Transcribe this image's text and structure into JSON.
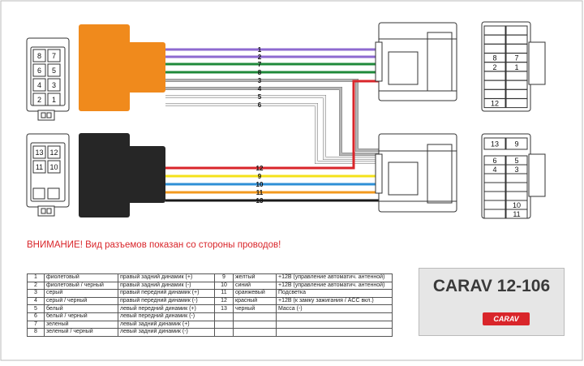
{
  "diagram": {
    "warning": "ВНИМАНИЕ! Вид разъемов показан со стороны проводов!",
    "model": "CARAV 12-106",
    "logo": "CARAV",
    "connector_a_pins": [
      [
        "8",
        "7"
      ],
      [
        "6",
        "5"
      ],
      [
        "4",
        "3"
      ],
      [
        "2",
        "1"
      ]
    ],
    "connector_b_pins": [
      [
        "13",
        "12"
      ],
      [
        "11",
        "10"
      ]
    ],
    "car_connector_top_pins": [
      "8",
      "7",
      "2",
      "1",
      "12"
    ],
    "car_connector_bottom_pins": [
      "13",
      "9",
      "6",
      "5",
      "4",
      "3",
      "10",
      "11"
    ],
    "wire_labels_top": [
      "1",
      "2",
      "7",
      "8",
      "3",
      "4",
      "5",
      "6"
    ],
    "wire_labels_bottom": [
      "12",
      "9",
      "10",
      "11",
      "13"
    ],
    "wire_colors": {
      "1": "#8e6ad0",
      "2": "#8e6ad0",
      "7": "#1f8a3a",
      "8": "#1f8a3a",
      "3": "#b5b5b5",
      "4": "#b5b5b5",
      "5": "#f2f2f2",
      "6": "#f2f2f2",
      "12": "#d9252a",
      "9": "#f4e21b",
      "10": "#2e8fd6",
      "11": "#f39a1e",
      "13": "#1a1a1a"
    },
    "legend_rows": [
      {
        "n": "1",
        "color": "фиолетовый",
        "func": "правый задний динамик (+)",
        "n2": "9",
        "color2": "желтый",
        "func2": "+12В (управление автоматич. антенной)"
      },
      {
        "n": "2",
        "color": "фиолетовый / черный",
        "func": "правый задний динамик (-)",
        "n2": "10",
        "color2": "синий",
        "func2": "+12В (управление автоматич. антенной)"
      },
      {
        "n": "3",
        "color": "серый",
        "func": "правый передний динамик (+)",
        "n2": "11",
        "color2": "оранжевый",
        "func2": "Подсветка"
      },
      {
        "n": "4",
        "color": "серый / черный",
        "func": "правый передний динамик (-)",
        "n2": "12",
        "color2": "красный",
        "func2": "+12В (к замку зажигания / ACC вкл.)"
      },
      {
        "n": "5",
        "color": "белый",
        "func": "левый передний динамик (+)",
        "n2": "13",
        "color2": "черный",
        "func2": "Масса (-)"
      },
      {
        "n": "6",
        "color": "белый / черный",
        "func": "левый передний динамик (-)",
        "n2": "",
        "color2": "",
        "func2": ""
      },
      {
        "n": "7",
        "color": "зеленый",
        "func": "левый задний динамик (+)",
        "n2": "",
        "color2": "",
        "func2": ""
      },
      {
        "n": "8",
        "color": "зеленый / черный",
        "func": "левый задний динамик (-)",
        "n2": "",
        "color2": "",
        "func2": ""
      }
    ]
  }
}
